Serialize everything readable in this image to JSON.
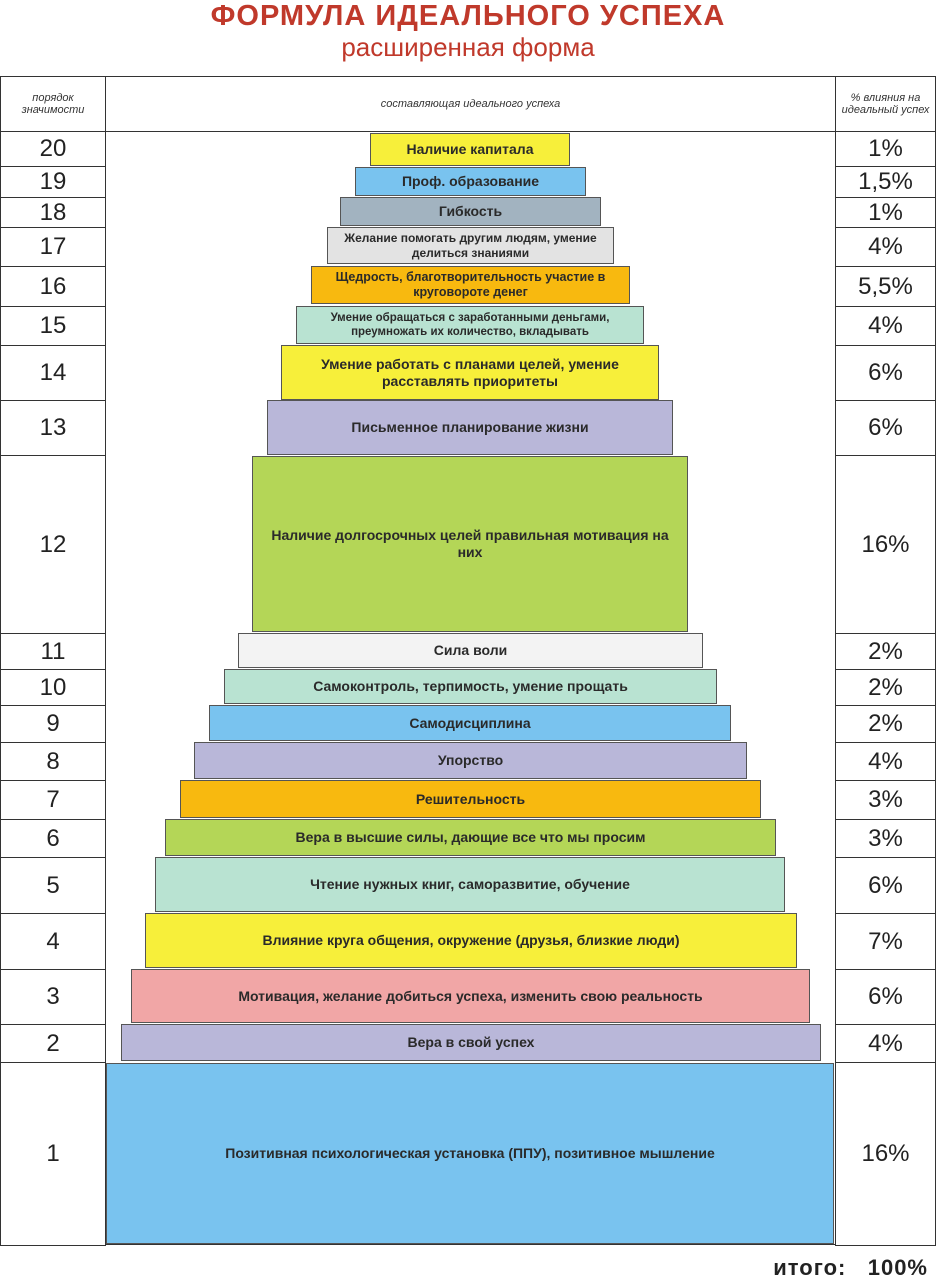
{
  "title": "ФОРМУЛА ИДЕАЛЬНОГО УСПЕХА",
  "subtitle": "расширенная форма",
  "headers": {
    "rank": "порядок значимости",
    "component": "составляющая идеального успеха",
    "percent": "% влияния на идеальный успех"
  },
  "colors": {
    "title": "#c0392b",
    "yellow": "#f7ef3a",
    "blue": "#79c3ef",
    "gray_blue": "#a2b3c0",
    "light_gray": "#e3e3e3",
    "orange": "#f8b90f",
    "mint": "#b9e3d2",
    "lavender": "#b9b7d9",
    "green": "#b4d657",
    "white": "#f3f3f3",
    "pink": "#f1a6a6"
  },
  "steps": [
    {
      "rank": "20",
      "label": "Наличие капитала",
      "percent": "1%",
      "color": "#f7ef3a"
    },
    {
      "rank": "19",
      "label": "Проф. образование",
      "percent": "1,5%",
      "color": "#79c3ef"
    },
    {
      "rank": "18",
      "label": "Гибкость",
      "percent": "1%",
      "color": "#a2b3c0"
    },
    {
      "rank": "17",
      "label": "Желание помогать другим людям, умение делиться знаниями",
      "percent": "4%",
      "color": "#e3e3e3"
    },
    {
      "rank": "16",
      "label": "Щедрость, благотворительность участие в круговороте денег",
      "percent": "5,5%",
      "color": "#f8b90f"
    },
    {
      "rank": "15",
      "label": "Умение обращаться с заработанными деньгами, преумножать их количество, вкладывать",
      "percent": "4%",
      "color": "#b9e3d2"
    },
    {
      "rank": "14",
      "label": "Умение работать с планами целей, умение расставлять приоритеты",
      "percent": "6%",
      "color": "#f7ef3a"
    },
    {
      "rank": "13",
      "label": "Письменное планирование жизни",
      "percent": "6%",
      "color": "#b9b7d9"
    },
    {
      "rank": "12",
      "label": "Наличие долгосрочных целей правильная мотивация на них",
      "percent": "16%",
      "color": "#b4d657"
    },
    {
      "rank": "11",
      "label": "Сила воли",
      "percent": "2%",
      "color": "#f3f3f3"
    },
    {
      "rank": "10",
      "label": "Самоконтроль, терпимость, умение прощать",
      "percent": "2%",
      "color": "#b9e3d2"
    },
    {
      "rank": "9",
      "label": "Самодисциплина",
      "percent": "2%",
      "color": "#79c3ef"
    },
    {
      "rank": "8",
      "label": "Упорство",
      "percent": "4%",
      "color": "#b9b7d9"
    },
    {
      "rank": "7",
      "label": "Решительность",
      "percent": "3%",
      "color": "#f8b90f"
    },
    {
      "rank": "6",
      "label": "Вера в высшие силы, дающие все что мы просим",
      "percent": "3%",
      "color": "#b4d657"
    },
    {
      "rank": "5",
      "label": "Чтение нужных книг, саморазвитие, обучение",
      "percent": "6%",
      "color": "#b9e3d2"
    },
    {
      "rank": "4",
      "label": "Влияние круга общения, окружение (друзья, близкие люди)",
      "percent": "7%",
      "color": "#f7ef3a"
    },
    {
      "rank": "3",
      "label": "Мотивация, желание добиться успеха, изменить свою реальность",
      "percent": "6%",
      "color": "#f1a6a6"
    },
    {
      "rank": "2",
      "label": "Вера в свой успех",
      "percent": "4%",
      "color": "#b9b7d9"
    },
    {
      "rank": "1",
      "label": "Позитивная психологическая установка (ППУ),  позитивное мышление",
      "percent": "16%",
      "color": "#79c3ef"
    }
  ],
  "total": {
    "label": "итого:",
    "value": "100%"
  }
}
